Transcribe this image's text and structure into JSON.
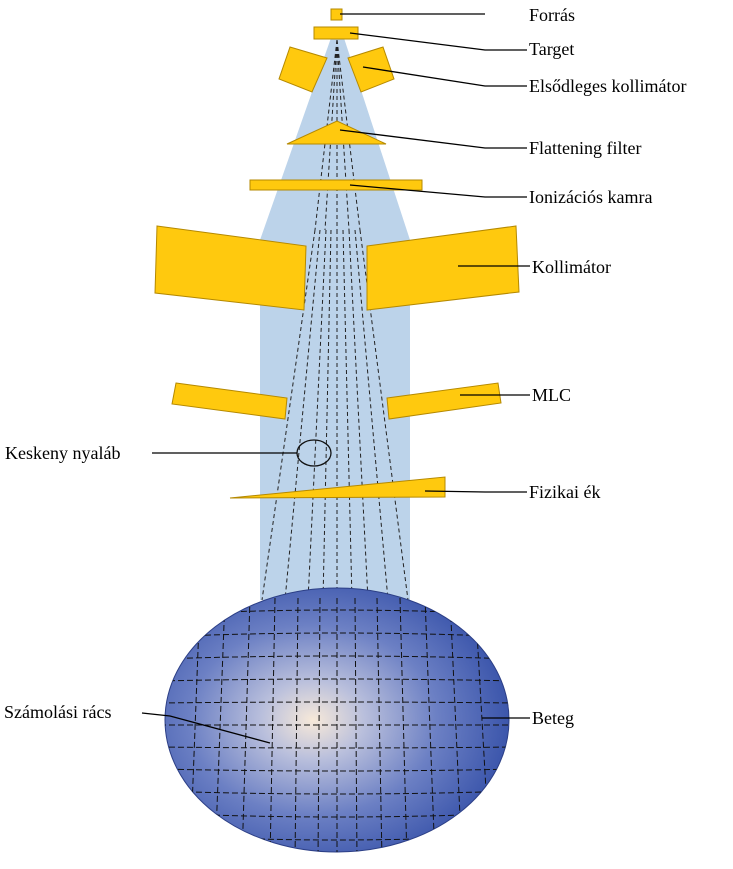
{
  "labels": {
    "source": "Forrás",
    "target": "Target",
    "primary_collimator": "Elsődleges kollimátor",
    "flattening_filter": "Flattening filter",
    "ionization_chamber": "Ionizációs kamra",
    "collimator": "Kollimátor",
    "mlc": "MLC",
    "narrow_beam": "Keskeny nyaláb",
    "physical_wedge": "Fizikai ék",
    "calculation_grid": "Számolási rács",
    "patient": "Beteg"
  },
  "colors": {
    "beam": "#bcd3ea",
    "component": "#ffc90e",
    "patient": "#3d5bb0",
    "patient_center": "#f7e9d9"
  }
}
